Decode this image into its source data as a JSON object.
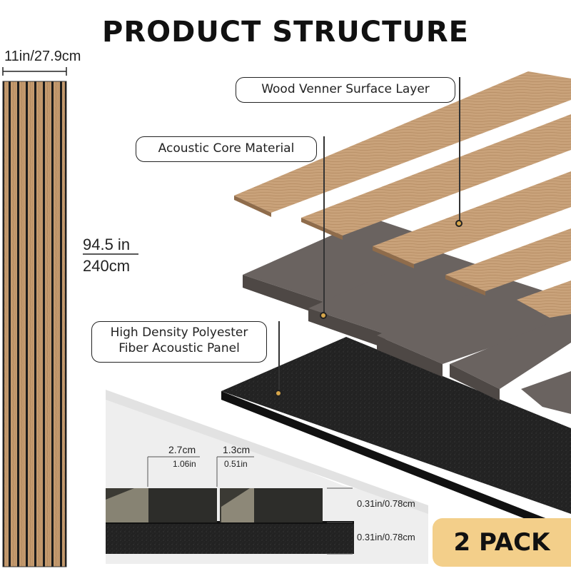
{
  "title": "PRODUCT STRUCTURE",
  "dimensions": {
    "width": "11in/27.9cm",
    "height_in": "94.5 in",
    "height_cm": "240cm"
  },
  "layers": {
    "surface": "Wood Venner Surface Layer",
    "core": "Acoustic Core Material",
    "panel_line1": "High Density Polyester",
    "panel_line2": "Fiber Acoustic Panel"
  },
  "cross_section": {
    "slat_width_cm": "2.7cm",
    "slat_width_in": "1.06in",
    "gap_width_cm": "1.3cm",
    "gap_width_in": "0.51in",
    "slat_height": "0.31in/0.78cm",
    "felt_height": "0.31in/0.78cm"
  },
  "badge": "2 PACK",
  "colors": {
    "wood": "#c9a27a",
    "core": "#5c5653",
    "felt": "#1e1e1e",
    "badge": "#f3cf8a",
    "dot": "#d7a64a"
  }
}
